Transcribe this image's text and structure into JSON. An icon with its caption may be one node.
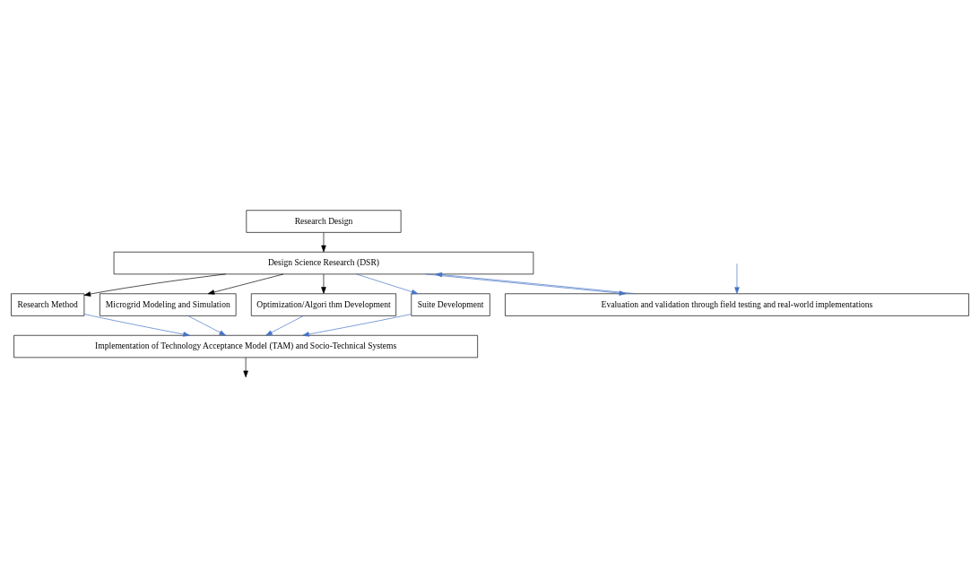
{
  "diagram": {
    "nodes": [
      {
        "text": [
          "Research Design"
        ]
      },
      {
        "text": [
          "Design Science Research (DSR)"
        ]
      },
      {
        "text": [
          "Research Method"
        ]
      },
      {
        "text": [
          "Microgrid Modeling and Simulation"
        ]
      },
      {
        "text": [
          "Optimization/Algori thm Development"
        ]
      },
      {
        "text": [
          "Suite Development"
        ]
      },
      {
        "text": [
          "Implementation of Technology Acceptance Model (TAM) and Socio-Technical Systems"
        ]
      },
      {
        "text": [
          "Evaluation and validation through field testing and real-world implementations"
        ]
      }
    ],
    "edges": [
      {
        "from": 0,
        "to": 1,
        "arrow": "to",
        "color": "#000000"
      },
      {
        "from": 1,
        "to": 2,
        "arrow": "to",
        "color": "#000000"
      },
      {
        "from": 1,
        "to": 3,
        "arrow": "to",
        "color": "#000000"
      },
      {
        "from": 1,
        "to": 4,
        "arrow": "to",
        "color": "#000000"
      },
      {
        "from": 1,
        "to": 5,
        "arrow": "to"
      },
      {
        "from": 2,
        "to": 6,
        "arrow": "to"
      },
      {
        "from": 3,
        "to": 6,
        "arrow": "to"
      },
      {
        "from": 4,
        "to": 6,
        "arrow": "to"
      },
      {
        "from": 5,
        "to": 6,
        "arrow": "to"
      },
      {
        "from": 6,
        "to": null,
        "arrow": "to",
        "color": "#000000"
      },
      {
        "from": null,
        "to": 7,
        "arrow": "to"
      },
      {
        "from": 7,
        "to": 1,
        "arrow": "to"
      },
      {
        "from": 1,
        "to": 7,
        "arrow": "to"
      }
    ]
  }
}
